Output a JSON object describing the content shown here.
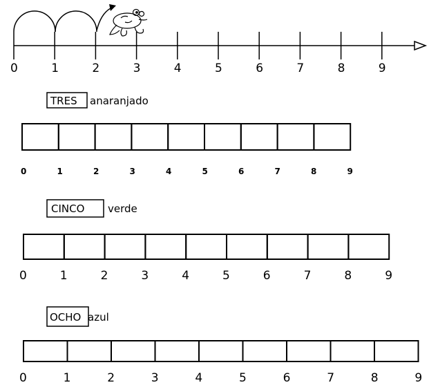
{
  "number_line": {
    "labels": [
      "0",
      "1",
      "2",
      "3",
      "4",
      "5",
      "6",
      "7",
      "8",
      "9"
    ]
  },
  "exercises": [
    {
      "word": "TRES",
      "color_word": "anaranjado",
      "labels": [
        "0",
        "1",
        "2",
        "3",
        "4",
        "5",
        "6",
        "7",
        "8",
        "9"
      ],
      "cells": 9
    },
    {
      "word": "CINCO",
      "color_word": "verde",
      "labels": [
        "0",
        "1",
        "2",
        "3",
        "4",
        "5",
        "6",
        "7",
        "8",
        "9"
      ],
      "cells": 9
    },
    {
      "word": "OCHO",
      "color_word": "azul",
      "labels": [
        "0",
        "1",
        "2",
        "3",
        "4",
        "5",
        "6",
        "7",
        "8",
        "9"
      ],
      "cells": 9
    }
  ],
  "icons": {
    "frog": "frog-icon",
    "arrow": "arrow-right-icon"
  }
}
